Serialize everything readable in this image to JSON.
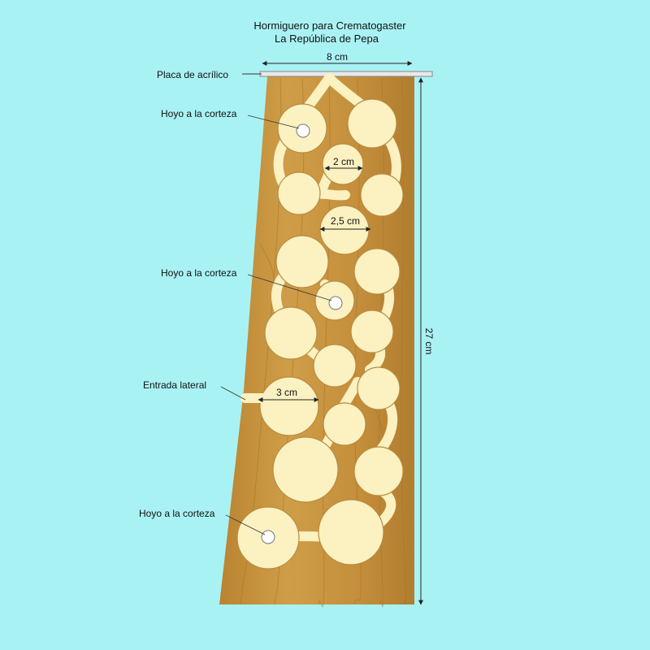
{
  "title": {
    "line1": "Hormiguero para Crematogaster",
    "line2": "La República de Pepa"
  },
  "labels": {
    "acrylic": "Placa de acrílico",
    "bark_hole_1": "Hoyo a la corteza",
    "bark_hole_2": "Hoyo a la corteza",
    "bark_hole_3": "Hoyo a la corteza",
    "side_entrance": "Entrada lateral"
  },
  "dimensions": {
    "width": "8 cm",
    "height": "27 cm",
    "chamber_small": "2 cm",
    "chamber_medium": "2,5 cm",
    "chamber_large": "3 cm"
  },
  "colors": {
    "background": "#a9f2f4",
    "wood": "#c9963f",
    "wood_grain": "#a8742a",
    "chamber": "#fbf1c1",
    "chamber_edge": "#b98b3f",
    "hole": "#ffffff",
    "line": "#333333"
  }
}
